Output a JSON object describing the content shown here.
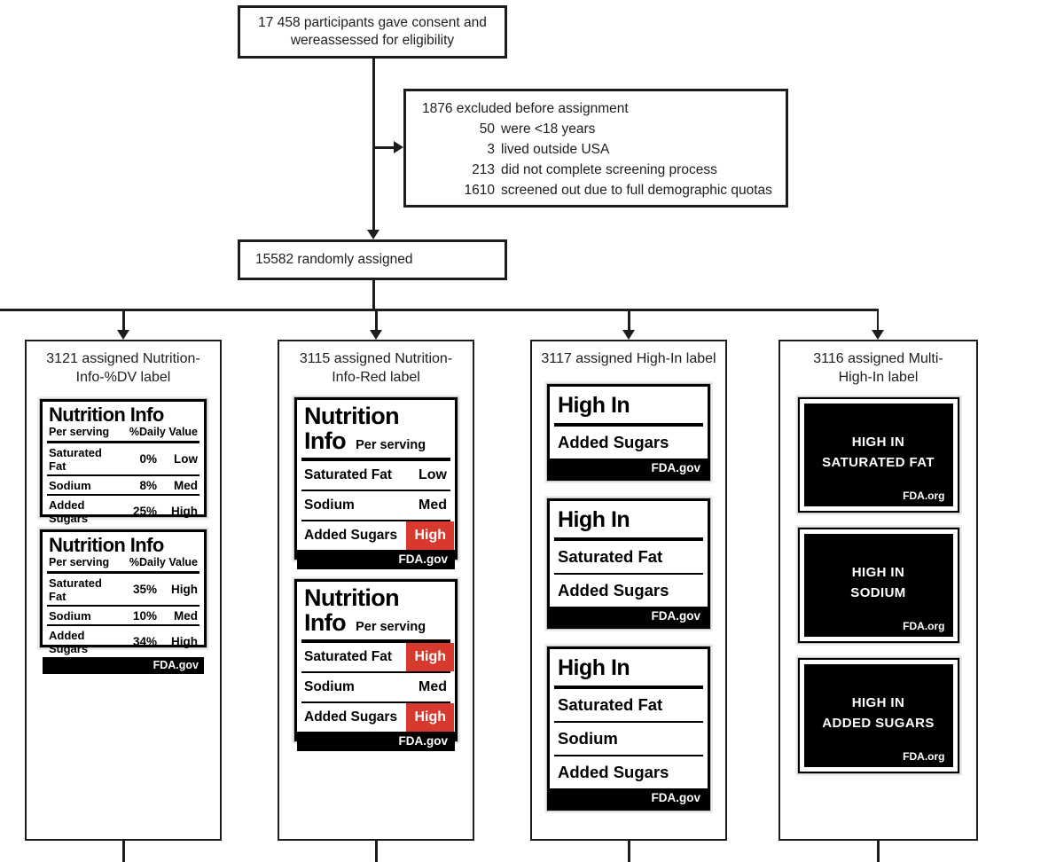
{
  "colors": {
    "ink": "#1d1d1b",
    "highlight_red": "#d8392f",
    "label_black": "#000000"
  },
  "flow": {
    "consent": "17 458 participants gave consent and wereassessed for eligibility",
    "excluded": {
      "title": "1876 excluded before assignment",
      "items": [
        {
          "n": "50",
          "reason": "were <18 years"
        },
        {
          "n": "3",
          "reason": "lived outside USA"
        },
        {
          "n": "213",
          "reason": "did not complete screening process"
        },
        {
          "n": "1610",
          "reason": "screened out due to full demographic quotas"
        }
      ]
    },
    "randomized": "15582 randomly assigned"
  },
  "arms": [
    {
      "title_lines": [
        "3121 assigned Nutrition-",
        "Info-%DV label"
      ],
      "labels": [
        {
          "type": "nutrition-dv",
          "title": "Nutrition Info",
          "serving": "Per serving",
          "dv_header": "%Daily Value",
          "rows": [
            {
              "name": "Saturated Fat",
              "pct": "0%",
              "level": "Low"
            },
            {
              "name": "Sodium",
              "pct": "8%",
              "level": "Med"
            },
            {
              "name": "Added Sugars",
              "pct": "25%",
              "level": "High"
            }
          ],
          "footer": "FDA.gov"
        },
        {
          "type": "nutrition-dv",
          "title": "Nutrition Info",
          "serving": "Per serving",
          "dv_header": "%Daily Value",
          "rows": [
            {
              "name": "Saturated Fat",
              "pct": "35%",
              "level": "High"
            },
            {
              "name": "Sodium",
              "pct": "10%",
              "level": "Med"
            },
            {
              "name": "Added Sugars",
              "pct": "34%",
              "level": "High"
            }
          ],
          "footer": "FDA.gov"
        }
      ]
    },
    {
      "title_lines": [
        "3115 assigned Nutrition-",
        "Info-Red label"
      ],
      "labels": [
        {
          "type": "nutrition-red",
          "title_word1": "Nutrition",
          "title_word2": "Info",
          "serving": "Per serving",
          "rows": [
            {
              "name": "Saturated Fat",
              "level": "Low",
              "highlight": false
            },
            {
              "name": "Sodium",
              "level": "Med",
              "highlight": false
            },
            {
              "name": "Added Sugars",
              "level": "High",
              "highlight": true
            }
          ],
          "footer": "FDA.gov"
        },
        {
          "type": "nutrition-red",
          "title_word1": "Nutrition",
          "title_word2": "Info",
          "serving": "Per serving",
          "rows": [
            {
              "name": "Saturated Fat",
              "level": "High",
              "highlight": true
            },
            {
              "name": "Sodium",
              "level": "Med",
              "highlight": false
            },
            {
              "name": "Added Sugars",
              "level": "High",
              "highlight": true
            }
          ],
          "footer": "FDA.gov"
        }
      ]
    },
    {
      "title_lines": [
        "3117 assigned High-In label"
      ],
      "labels": [
        {
          "type": "high-in",
          "title": "High In",
          "nutrients": [
            "Added Sugars"
          ],
          "footer": "FDA.gov"
        },
        {
          "type": "high-in",
          "title": "High In",
          "nutrients": [
            "Saturated Fat",
            "Added Sugars"
          ],
          "footer": "FDA.gov"
        },
        {
          "type": "high-in",
          "title": "High In",
          "nutrients": [
            "Saturated Fat",
            "Sodium",
            "Added Sugars"
          ],
          "footer": "FDA.gov"
        }
      ]
    },
    {
      "title_lines": [
        "3116 assigned Multi-",
        "High-In label"
      ],
      "labels": [
        {
          "type": "multi-high-in",
          "lines": [
            "HIGH IN",
            "SATURATED FAT"
          ],
          "footer": "FDA.org"
        },
        {
          "type": "multi-high-in",
          "lines": [
            "HIGH IN",
            "SODIUM"
          ],
          "footer": "FDA.org"
        },
        {
          "type": "multi-high-in",
          "lines": [
            "HIGH IN",
            "ADDED SUGARS"
          ],
          "footer": "FDA.org"
        }
      ]
    }
  ]
}
